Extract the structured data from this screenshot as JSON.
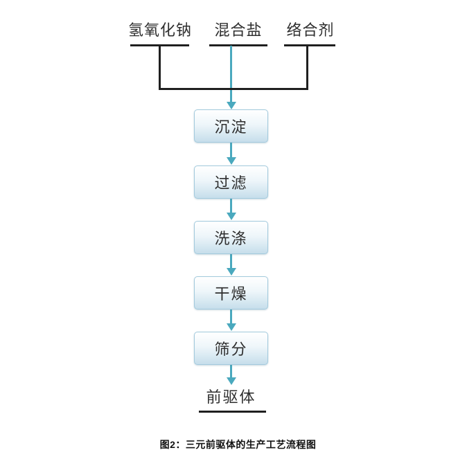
{
  "diagram": {
    "inputs": [
      {
        "label": "氢氧化钠"
      },
      {
        "label": "混合盐"
      },
      {
        "label": "络合剂"
      }
    ],
    "steps": [
      {
        "label": "沉淀"
      },
      {
        "label": "过滤"
      },
      {
        "label": "洗涤"
      },
      {
        "label": "干燥"
      },
      {
        "label": "筛分"
      }
    ],
    "output": {
      "label": "前驱体"
    },
    "caption": "图2：三元前驱体的生产工艺流程图",
    "colors": {
      "arrow": "#4aa9be",
      "line": "#1f1f1f",
      "box_border": "#a3cadd",
      "box_top": "#ffffff",
      "box_bottom": "#c6deeb"
    }
  }
}
